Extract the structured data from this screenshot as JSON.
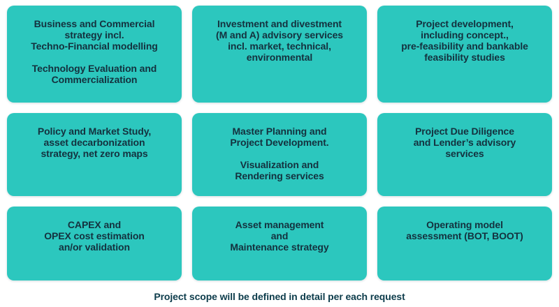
{
  "theme": {
    "background": "#ffffff",
    "card_fill": "#2cc7be",
    "card_text_color": "#14313e",
    "caption_text_color": "#0d3c4b"
  },
  "cards": [
    {
      "text": "Business and Commercial\nstrategy incl.\nTechno-Financial modelling\n\nTechnology Evaluation and\nCommercialization"
    },
    {
      "text": "Investment and divestment\n(M and A) advisory services\nincl. market, technical,\nenvironmental"
    },
    {
      "text": "Project development,\nincluding concept.,\npre-feasibility and bankable\nfeasibility studies"
    },
    {
      "text": "Policy and Market Study,\nasset decarbonization\nstrategy, net zero maps"
    },
    {
      "text": "Master Planning and\nProject Development.\n\nVisualization and\nRendering services"
    },
    {
      "text": "Project Due Diligence\nand Lender’s advisory\nservices"
    },
    {
      "text": "CAPEX and\nOPEX cost estimation\nan/or validation"
    },
    {
      "text": "Asset management\nand\nMaintenance strategy"
    },
    {
      "text": "Operating model\nassessment (BOT, BOOT)"
    }
  ],
  "footer": {
    "caption": "Project scope will be defined in detail per each request"
  }
}
